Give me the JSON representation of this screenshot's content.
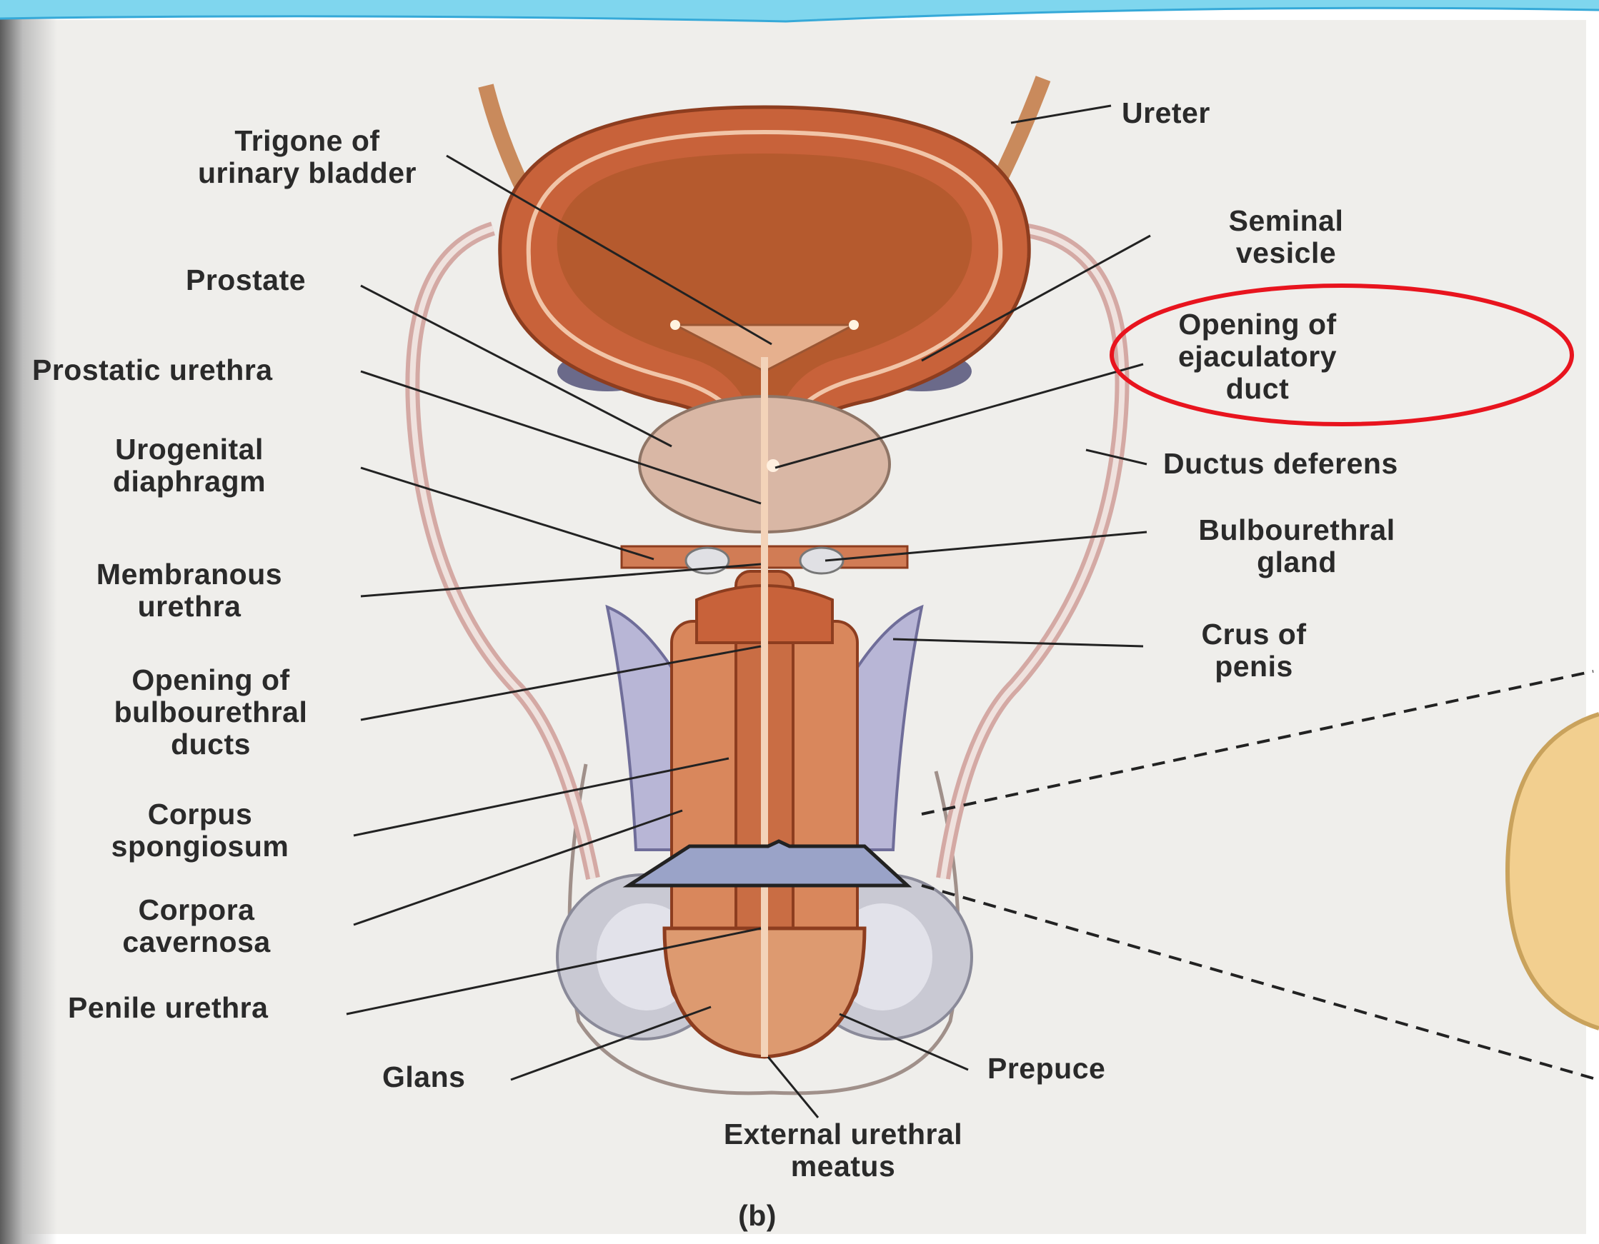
{
  "figure_label": "(b)",
  "highlighted_label": "Opening of ejaculatory duct",
  "colors": {
    "highlight_ring": "#e8141e",
    "bladder_wall": "#c8623a",
    "bladder_inner": "#b54f2a",
    "erectile_tissue": "#d9875c",
    "prostate": "#d9b7a5",
    "section_plane": "#9aa3c8"
  },
  "labels": {
    "ureter": "Ureter",
    "trigone": "Trigone of\nurinary bladder",
    "seminal_vesicle": "Seminal\nvesicle",
    "prostate": "Prostate",
    "ejaculatory_duct": "Opening of\nejaculatory\nduct",
    "prostatic_urethra": "Prostatic urethra",
    "ductus_deferens": "Ductus deferens",
    "urogenital_diaphragm": "Urogenital\ndiaphragm",
    "bulbourethral_gland": "Bulbourethral\ngland",
    "membranous_urethra": "Membranous\nurethra",
    "crus_of_penis": "Crus of\npenis",
    "opening_bulbourethral_ducts": "Opening of\nbulbourethral\nducts",
    "corpus_spongiosum": "Corpus\nspongiosum",
    "corpora_cavernosa": "Corpora\ncavernosa",
    "penile_urethra": "Penile urethra",
    "glans": "Glans",
    "prepuce": "Prepuce",
    "external_urethral_meatus": "External urethral\nmeatus"
  }
}
